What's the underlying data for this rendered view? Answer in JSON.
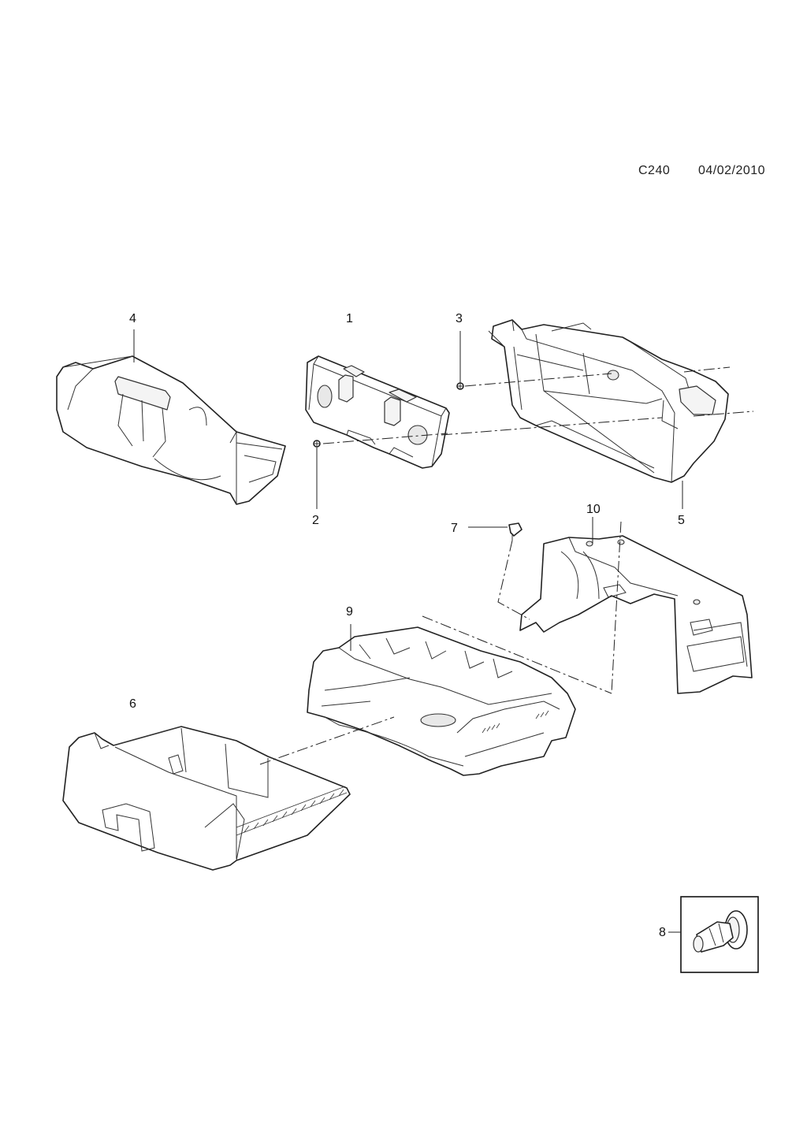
{
  "header": {
    "code": "C240",
    "date": "04/02/2010"
  },
  "callouts": {
    "c1": "1",
    "c2": "2",
    "c3": "3",
    "c4": "4",
    "c5": "5",
    "c6": "6",
    "c7": "7",
    "c8": "8",
    "c9": "9",
    "c10": "10"
  }
}
